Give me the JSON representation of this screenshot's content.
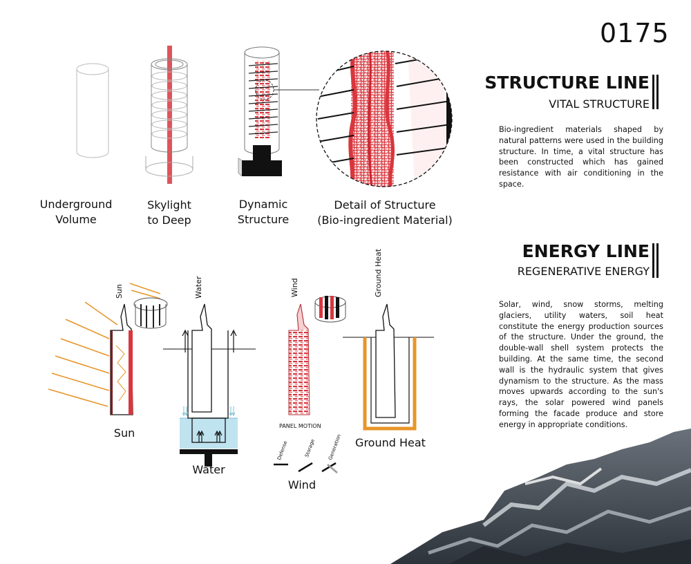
{
  "board_number": "0175",
  "structure_line": {
    "title": "STRUCTURE LINE",
    "subtitle": "VITAL STRUCTURE",
    "text": "Bio-ingredient materials shaped by natural patterns were used in the building structure. In time, a vital structure has been constructed which has gained resistance with air conditioning in the space."
  },
  "energy_line": {
    "title": "ENERGY LINE",
    "subtitle": "REGENERATIVE ENERGY",
    "text": "Solar, wind, snow storms, melting glaciers, utility waters, soil heat constitute the energy production sources of the structure. Under the ground, the double-wall shell system protects the building. At the same time, the second wall is the hydraulic system that gives dynamism to the structure. As the mass moves upwards according to the sun's rays, the solar powered wind panels forming the facade produce and store energy in appropriate conditions."
  },
  "stages": [
    {
      "line1": "Underground",
      "line2": "Volume"
    },
    {
      "line1": "Skylight",
      "line2": "to Deep"
    },
    {
      "line1": "Dynamic",
      "line2": "Structure"
    },
    {
      "line1": "Detail of Structure",
      "line2": "(Bio-ingredient Material)"
    }
  ],
  "energy": {
    "sun": {
      "tag": "Sun",
      "label": "Sun"
    },
    "water": {
      "tag": "Water",
      "label": "Water"
    },
    "wind": {
      "tag": "Wind",
      "label": "Wind",
      "panel_motion": "PANEL MOTION",
      "modes": [
        "Defense",
        "Storage",
        "Generation"
      ]
    },
    "ground": {
      "tag": "Ground Heat",
      "label": "Ground Heat"
    }
  },
  "colors": {
    "accent_red": "#d9363e",
    "sun_orange": "#e8952a",
    "water_blue": "#bfe3ef",
    "rock_dark": "#3f4650"
  }
}
